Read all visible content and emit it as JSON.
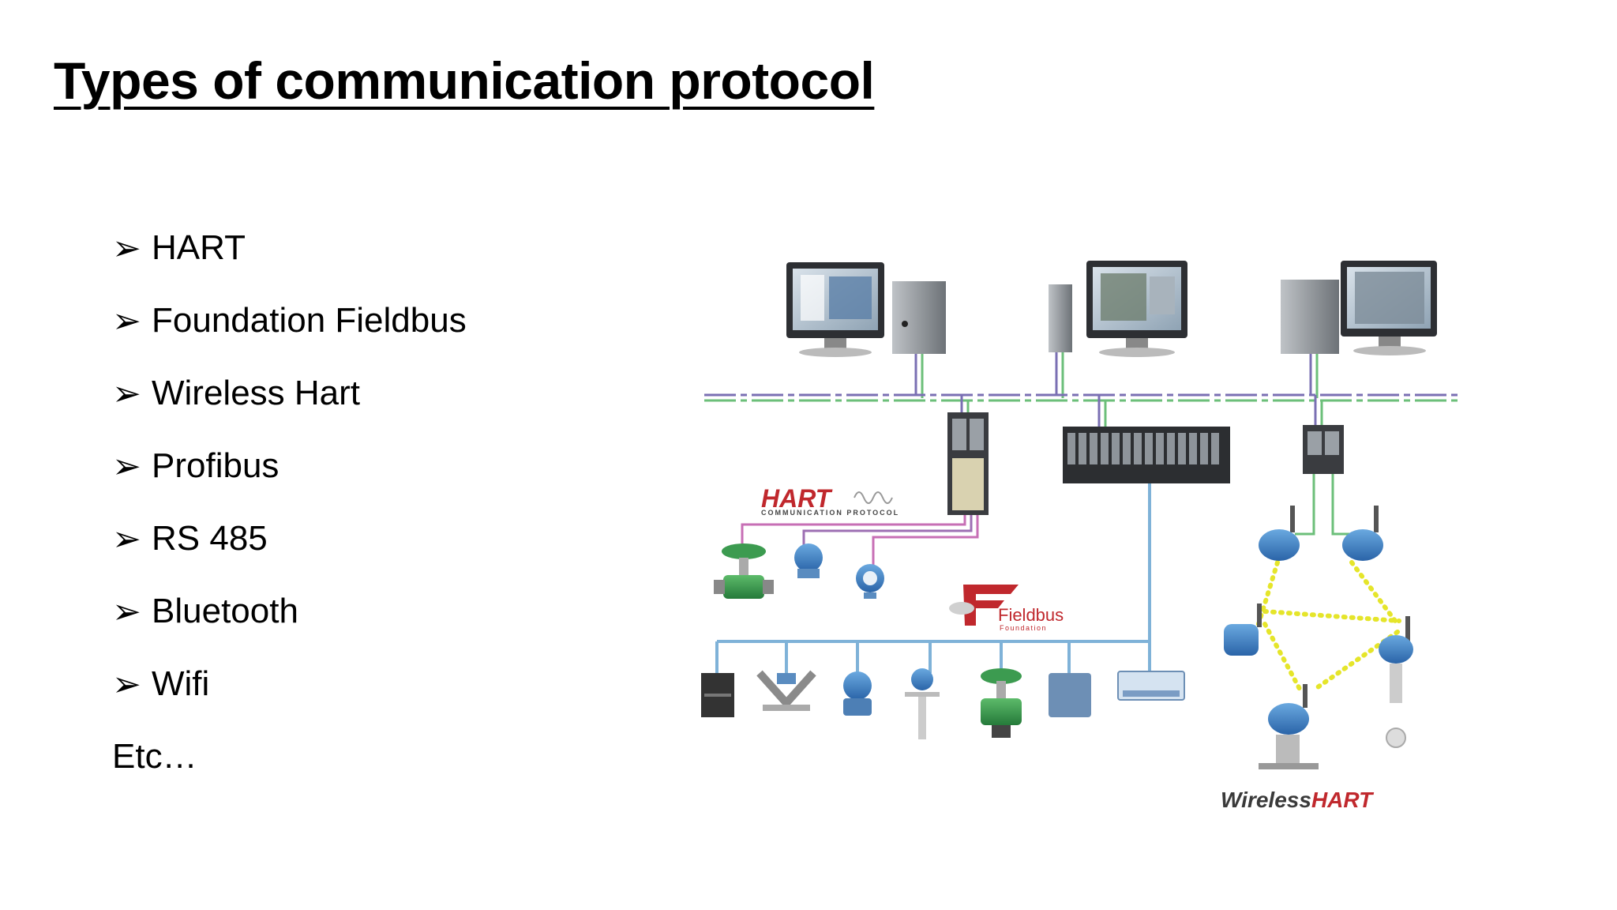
{
  "title": "Types of communication protocol",
  "bullets": [
    {
      "label": "HART"
    },
    {
      "label": "Foundation Fieldbus"
    },
    {
      "label": "Wireless Hart"
    },
    {
      "label": "Profibus"
    },
    {
      "label": "RS 485"
    },
    {
      "label": "Bluetooth"
    },
    {
      "label": "Wifi"
    }
  ],
  "etc": "Etc…",
  "diagram": {
    "hart_logo": "HART",
    "hart_subtitle": "COMMUNICATION PROTOCOL",
    "fieldbus_logo": "Fieldbus",
    "fieldbus_sub": "Foundation",
    "wireless_prefix": "Wireless",
    "wireless_suffix": "HART",
    "colors": {
      "hart": "#c0282d",
      "bus_blue": "#7fb2d8",
      "bus_green": "#6cbf7a",
      "bus_purple": "#7a6fb3",
      "pink": "#c76fb5",
      "mesh": "#e5e52a"
    }
  }
}
